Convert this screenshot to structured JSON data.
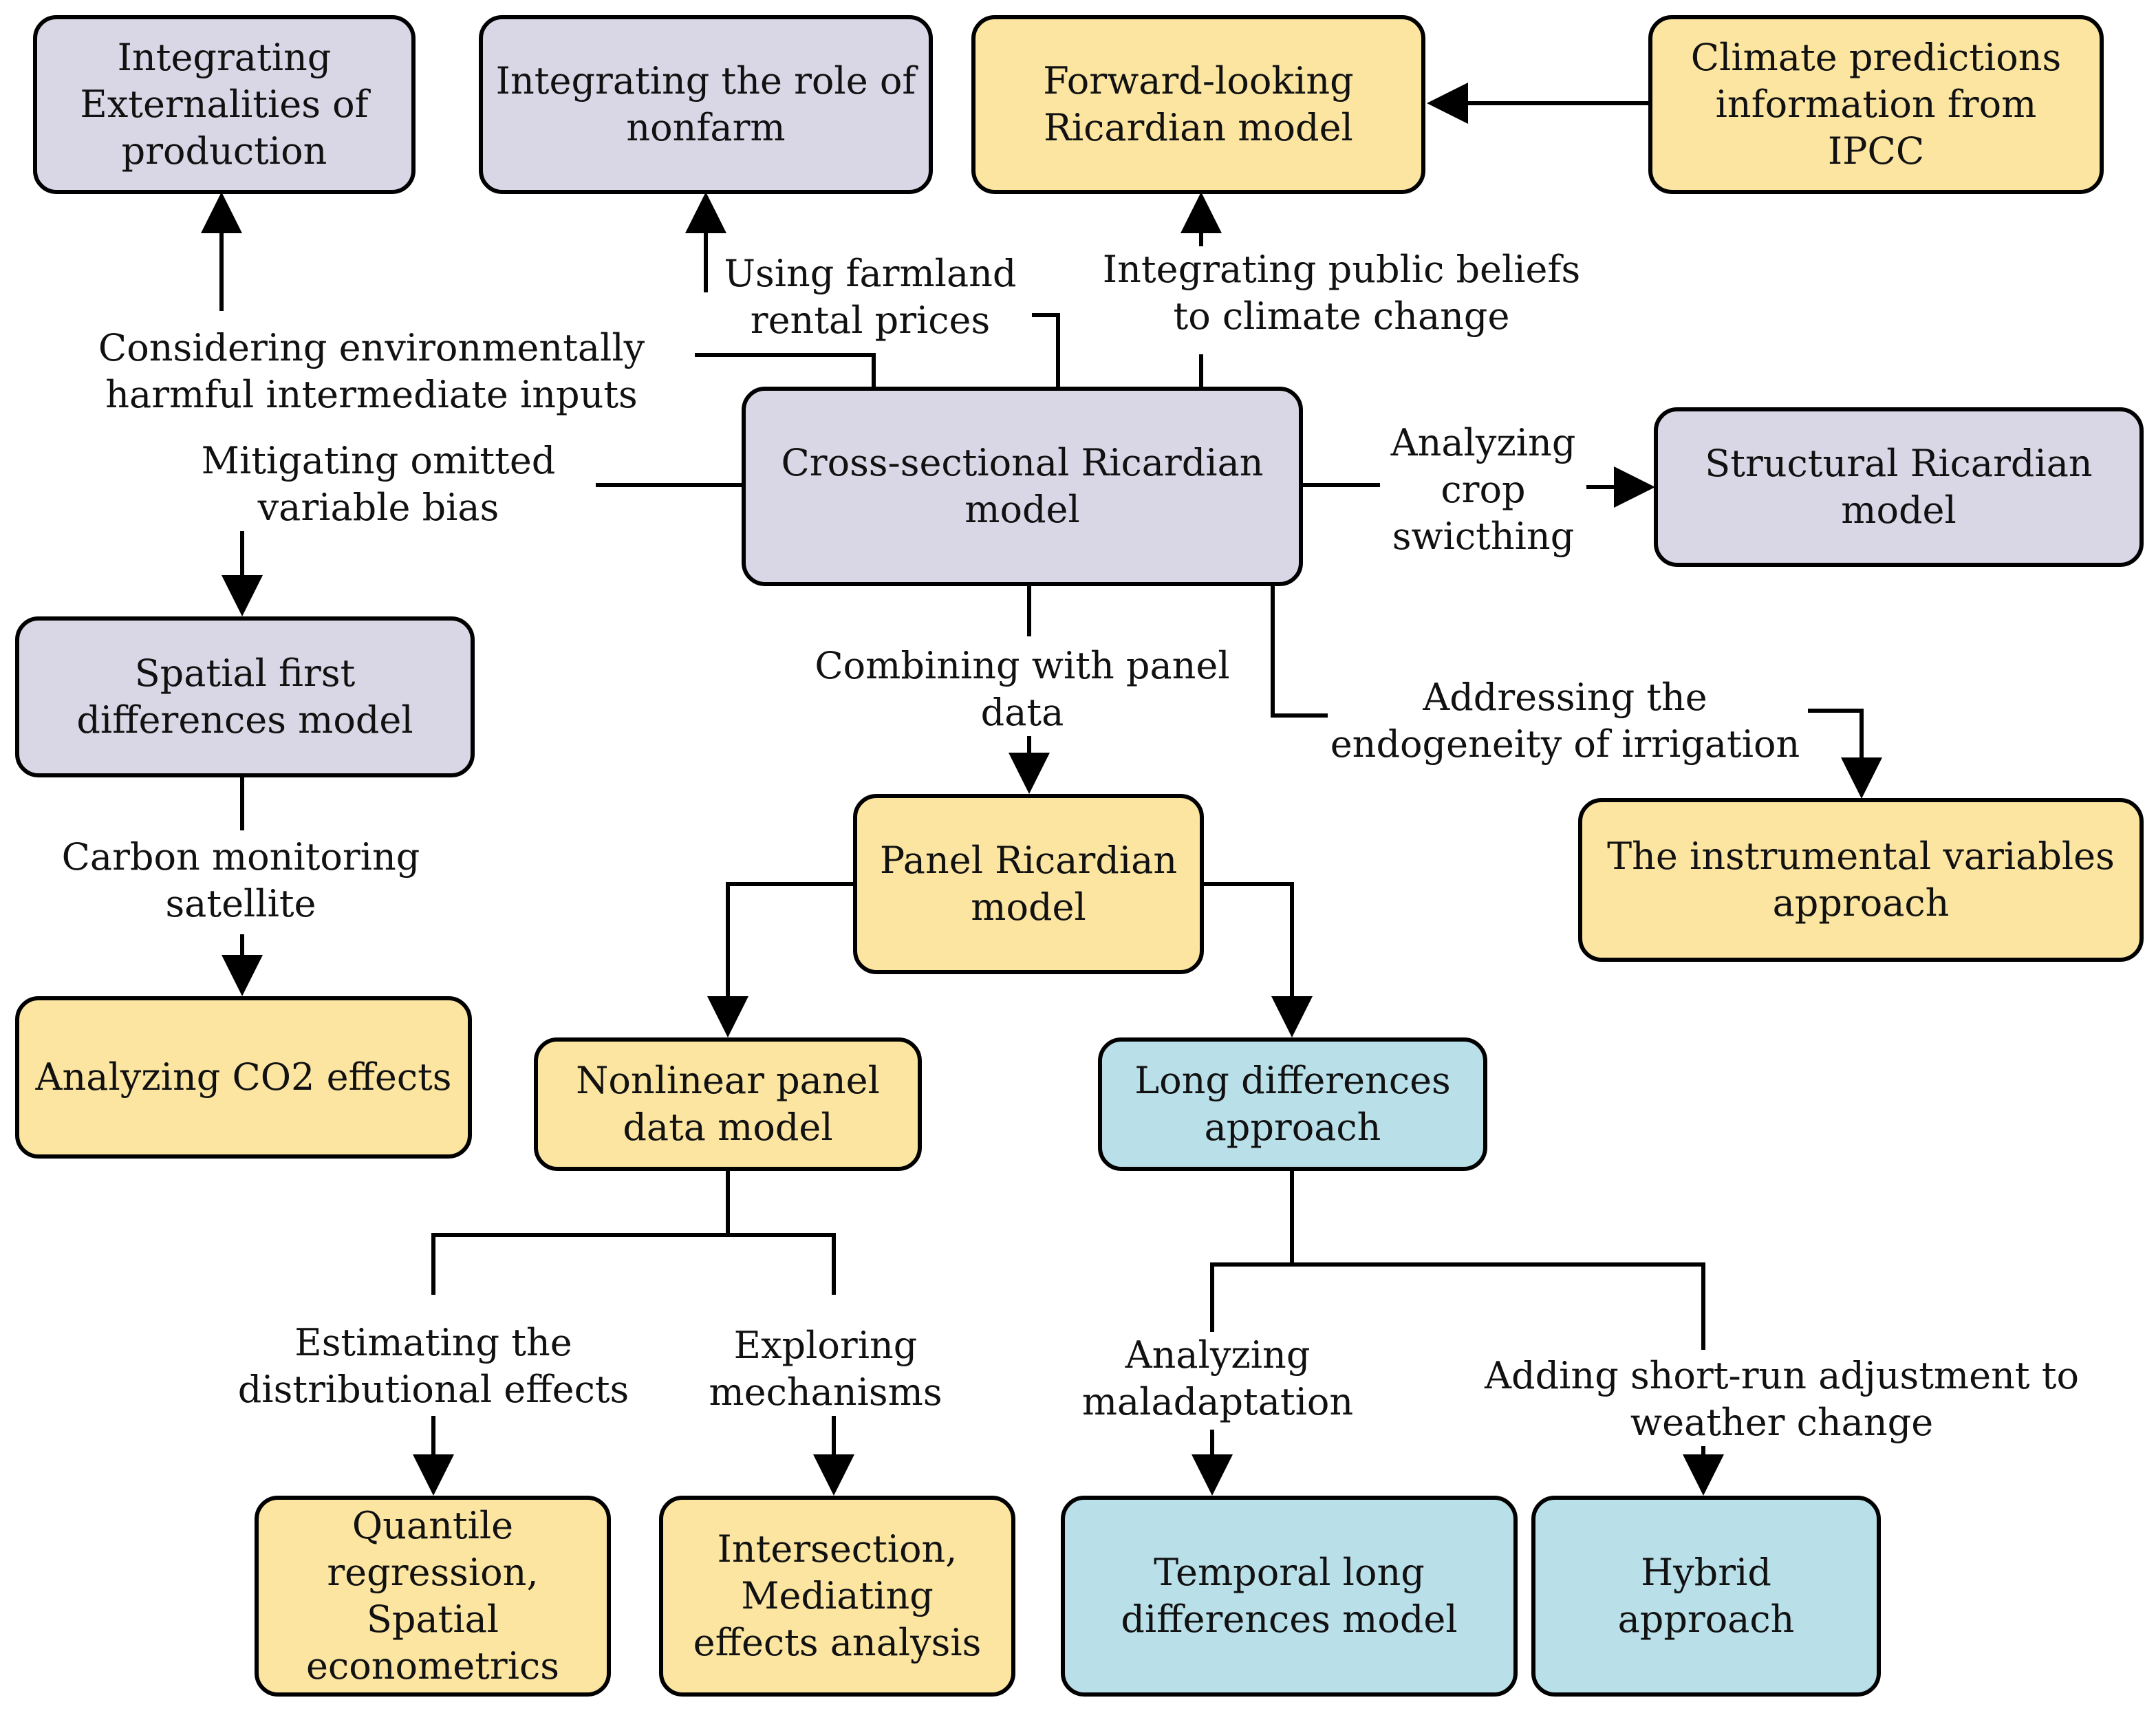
{
  "nodes": {
    "externalities": "Integrating Externalities of production",
    "nonfarm": "Integrating the role of nonfarm",
    "forward_looking": "Forward-looking Ricardian model",
    "ipcc": "Climate predictions information from IPCC",
    "cross_sectional": "Cross-sectional Ricardian model",
    "structural": "Structural Ricardian model",
    "spatial_first_diff": "Spatial first differences model",
    "co2": "Analyzing CO2 effects",
    "panel": "Panel Ricardian model",
    "instrumental": "The instrumental variables approach",
    "nonlinear_panel": "Nonlinear panel data model",
    "long_diff": "Long differences approach",
    "quantile": "Quantile regression, Spatial econometrics",
    "intersection": "Intersection, Mediating effects analysis",
    "temporal_long_diff": "Temporal long differences model",
    "hybrid": "Hybrid approach"
  },
  "edge_labels": {
    "environmental_inputs": [
      "Considering environmentally",
      "harmful intermediate inputs"
    ],
    "farmland_rental": [
      "Using farmland",
      "rental prices"
    ],
    "public_beliefs": [
      "Integrating public beliefs",
      "to climate change"
    ],
    "omitted_variable": [
      "Mitigating omitted",
      "variable bias"
    ],
    "crop_switching": [
      "Analyzing",
      "crop",
      "swicthing"
    ],
    "panel_data": [
      "Combining with panel",
      "data"
    ],
    "irrigation": [
      "Addressing the",
      "endogeneity of irrigation"
    ],
    "carbon_satellite": [
      "Carbon monitoring",
      "satellite"
    ],
    "distributional": [
      "Estimating the",
      "distributional effects"
    ],
    "mechanisms": [
      "Exploring",
      "mechanisms"
    ],
    "maladaptation": [
      "Analyzing",
      "maladaptation"
    ],
    "short_run": [
      "Adding short-run adjustment to",
      "weather change"
    ]
  },
  "colors": {
    "purple": "#d9d7e6",
    "yellow": "#fbe5a1",
    "blue": "#b9dfe8",
    "line": "#000000"
  }
}
